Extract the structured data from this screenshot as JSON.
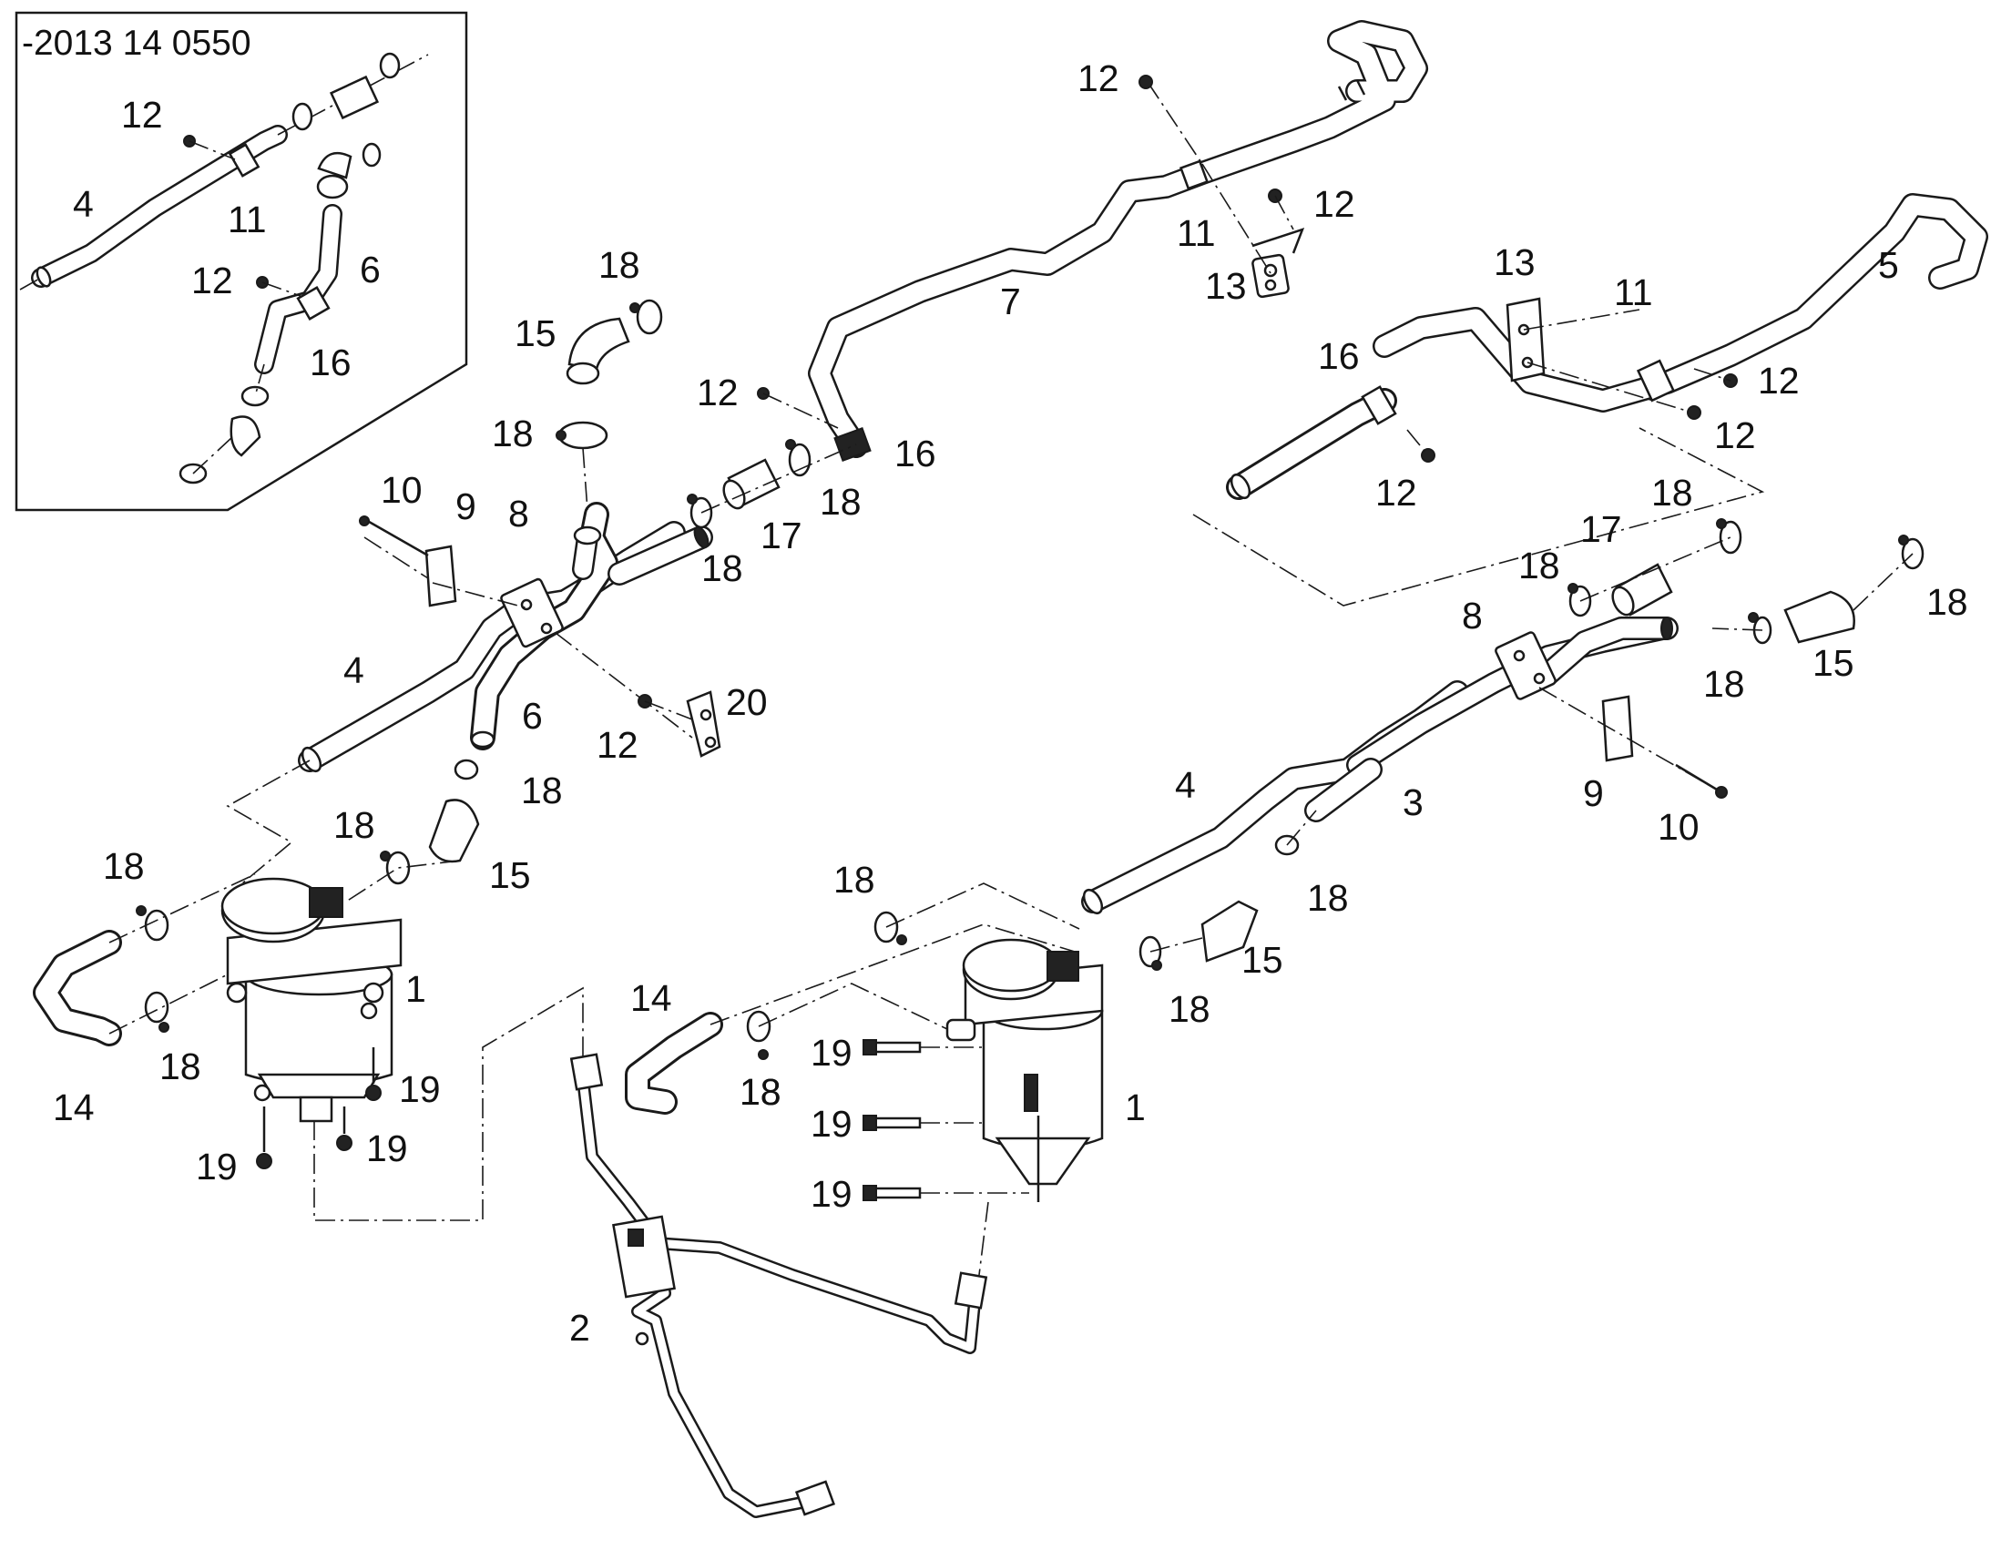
{
  "inset": {
    "reference": "-2013 14 0550",
    "callouts": [
      "12",
      "4",
      "11",
      "6",
      "12",
      "16"
    ]
  },
  "callouts": [
    "12",
    "11",
    "12",
    "13",
    "7",
    "13",
    "11",
    "5",
    "12",
    "12",
    "16",
    "12",
    "18",
    "15",
    "18",
    "12",
    "16",
    "10",
    "9",
    "8",
    "17",
    "18",
    "18",
    "4",
    "6",
    "20",
    "12",
    "18",
    "18",
    "15",
    "18",
    "18",
    "1",
    "14",
    "19",
    "19",
    "19",
    "18",
    "17",
    "18",
    "18",
    "8",
    "18",
    "15",
    "18",
    "4",
    "3",
    "9",
    "10",
    "18",
    "15",
    "18",
    "18",
    "14",
    "18",
    "19",
    "19",
    "19",
    "1",
    "2"
  ]
}
